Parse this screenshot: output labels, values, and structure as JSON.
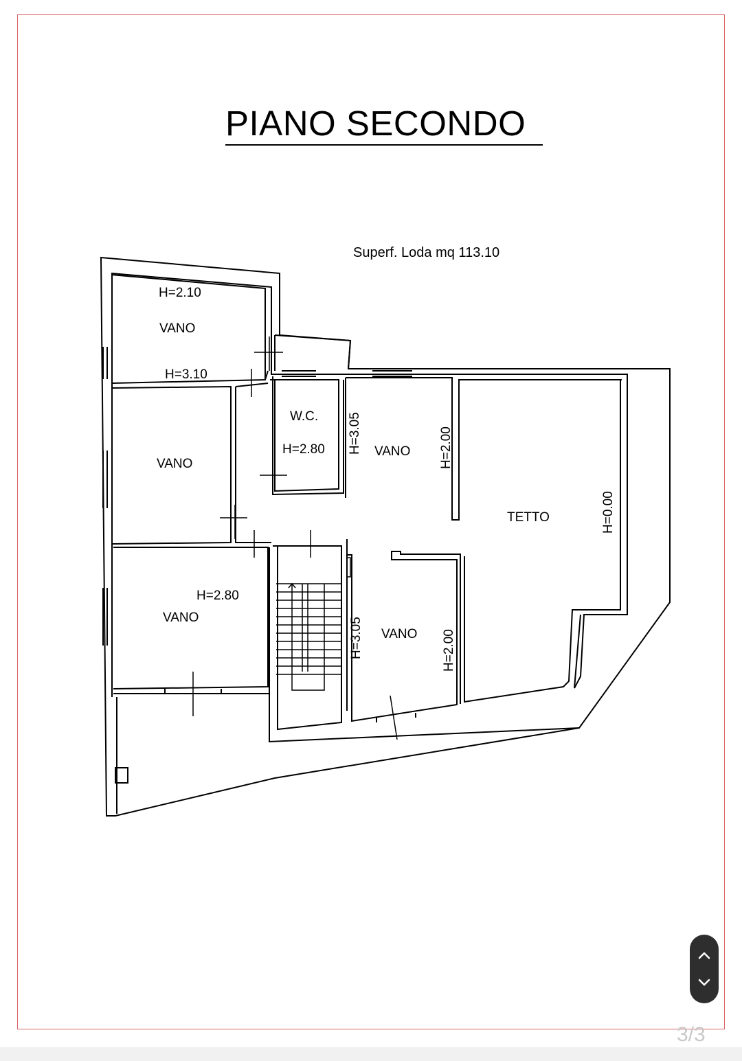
{
  "document": {
    "title": "PIANO SECONDO",
    "surface_note": "Superf. Loda mq 113.10"
  },
  "plan": {
    "labels": {
      "h_2_10": "H=2.10",
      "vano_1": "VANO",
      "h_3_10": "H=3.10",
      "vano_2": "VANO",
      "wc": "W.C.",
      "h_2_80_wc": "H=2.80",
      "h_3_05_upper": "H=3.05",
      "vano_3": "VANO",
      "h_2_00_upper": "H=2.00",
      "tetto": "TETTO",
      "h_0_00": "H=0.00",
      "h_2_80_lower": "H=2.80",
      "vano_4": "VANO",
      "h_3_05_lower": "H=3.05",
      "vano_5": "VANO",
      "h_2_00_lower": "H=2.00"
    }
  },
  "viewer": {
    "page_indicator": "3/3",
    "nav_up_icon": "chevron-up-icon",
    "nav_down_icon": "chevron-down-icon"
  },
  "colors": {
    "frame": "#d9666b",
    "nav_bg": "#2e2e2e",
    "page_indicator": "#c9c9c9"
  }
}
